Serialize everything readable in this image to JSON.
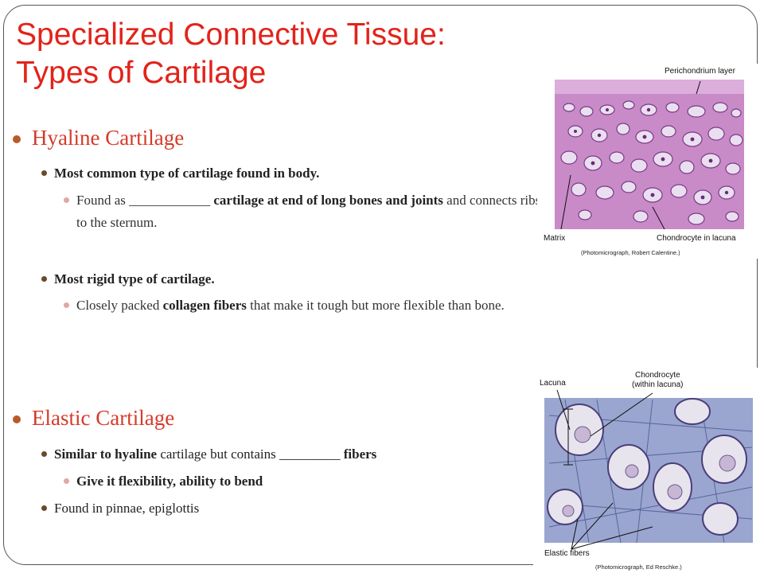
{
  "title": {
    "line1": "Specialized Connective Tissue:",
    "line2": "Types of Cartilage"
  },
  "sections": {
    "hyaline": {
      "heading": "Hyaline Cartilage",
      "p1": {
        "text": "Most common type of cartilage found in body."
      },
      "p1_sub": {
        "pre": "Found as ",
        "blank": "____________",
        "bold": " cartilage at end of long bones and joints",
        "post": " and connects ribs to the sternum."
      },
      "p2": {
        "text": "Most rigid type of cartilage."
      },
      "p2_sub": {
        "pre": "Closely packed ",
        "bold": "collagen fibers",
        "post": " that make it tough but more flexible than bone."
      }
    },
    "elastic": {
      "heading": "Elastic Cartilage",
      "p1": {
        "bold1": "Similar to hyaline",
        "mid": " cartilage but contains ",
        "blank": "_________",
        "bold2": " fibers"
      },
      "p1_sub": {
        "text": "Give it flexibility, ability to bend"
      },
      "p2": {
        "text": "Found in pinnae, epiglottis"
      }
    }
  },
  "figure1": {
    "labels": {
      "top": "Perichondrium layer",
      "matrix": "Matrix",
      "chondro": "Chondrocyte in lacuna"
    },
    "caption": "(Photomicrograph, Robert Calentine.)",
    "colors": {
      "bg": "#c98ac8",
      "cell": "#eadff0",
      "nucleus": "#6a2a78"
    }
  },
  "figure2": {
    "labels": {
      "lacuna": "Lacuna",
      "chondro1": "Chondrocyte",
      "chondro2": "(within lacuna)",
      "elastic": "Elastic fibers"
    },
    "caption": "(Photomicrograph, Ed Reschke.)",
    "colors": {
      "bg": "#9aa6cf",
      "cell": "#e8e4ee",
      "fiber": "#3d4a8a"
    }
  }
}
